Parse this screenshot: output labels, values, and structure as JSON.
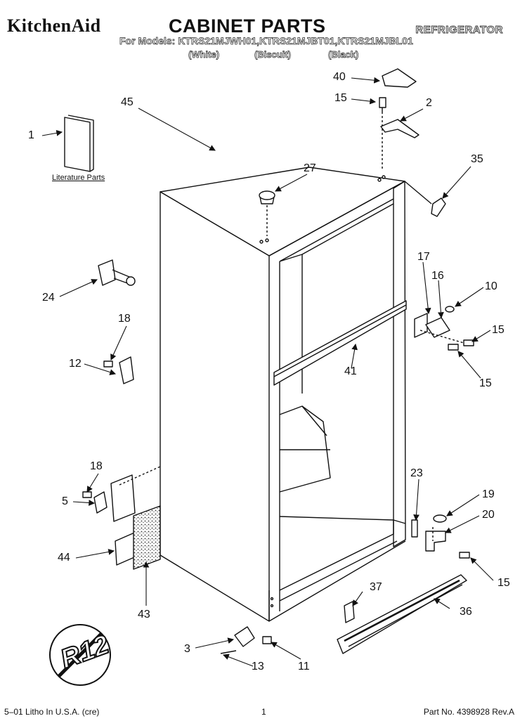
{
  "header": {
    "brand": "KitchenAid",
    "title": "CABINET PARTS",
    "category": "REFRIGERATOR",
    "models": "For Models: KTRS21MJWH01,KTRS21MJBT01,KTRS21MJBL01",
    "variants": [
      "(White)",
      "(Biscuit)",
      "(Black)"
    ]
  },
  "diagram": {
    "literature_label": "Literature Parts",
    "callouts": [
      {
        "id": "c1",
        "label": "1"
      },
      {
        "id": "c2",
        "label": "2"
      },
      {
        "id": "c3",
        "label": "3"
      },
      {
        "id": "c5",
        "label": "5"
      },
      {
        "id": "c10",
        "label": "10"
      },
      {
        "id": "c11",
        "label": "11"
      },
      {
        "id": "c12",
        "label": "12"
      },
      {
        "id": "c13",
        "label": "13"
      },
      {
        "id": "c15a",
        "label": "15"
      },
      {
        "id": "c15b",
        "label": "15"
      },
      {
        "id": "c15c",
        "label": "15"
      },
      {
        "id": "c15d",
        "label": "15"
      },
      {
        "id": "c16",
        "label": "16"
      },
      {
        "id": "c17",
        "label": "17"
      },
      {
        "id": "c18a",
        "label": "18"
      },
      {
        "id": "c18b",
        "label": "18"
      },
      {
        "id": "c19",
        "label": "19"
      },
      {
        "id": "c20",
        "label": "20"
      },
      {
        "id": "c23",
        "label": "23"
      },
      {
        "id": "c24",
        "label": "24"
      },
      {
        "id": "c27",
        "label": "27"
      },
      {
        "id": "c35",
        "label": "35"
      },
      {
        "id": "c36",
        "label": "36"
      },
      {
        "id": "c37",
        "label": "37"
      },
      {
        "id": "c40",
        "label": "40"
      },
      {
        "id": "c41",
        "label": "41"
      },
      {
        "id": "c43",
        "label": "43"
      },
      {
        "id": "c44",
        "label": "44"
      },
      {
        "id": "c45",
        "label": "45"
      }
    ],
    "refrigerant_badge": "R12"
  },
  "footer": {
    "litho": "5–01 Litho In U.S.A. (cre)",
    "page": "1",
    "part_no": "Part No. 4398928 Rev.A"
  }
}
